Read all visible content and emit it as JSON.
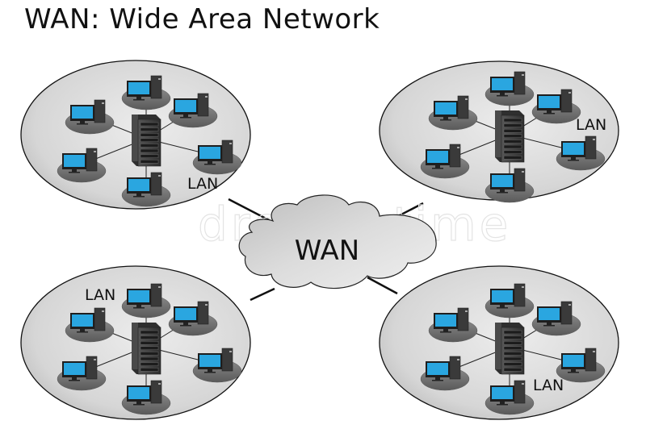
{
  "title": "WAN: Wide Area Network",
  "wan": {
    "label": "WAN"
  },
  "lans": [
    {
      "id": "top-left",
      "label": "LAN",
      "workstations": 6,
      "servers": 1
    },
    {
      "id": "top-right",
      "label": "LAN",
      "workstations": 6,
      "servers": 1
    },
    {
      "id": "bottom-left",
      "label": "LAN",
      "workstations": 6,
      "servers": 1
    },
    {
      "id": "bottom-right",
      "label": "LAN",
      "workstations": 6,
      "servers": 1
    }
  ],
  "watermark": "dreamstime",
  "colors": {
    "screen": "#2aa6e0",
    "tower": "#3a3a3a",
    "disk": "#6e6e6e",
    "lan_fill_light": "#e8e8e8",
    "lan_fill_dark": "#bdbdbd",
    "line": "#111111"
  }
}
